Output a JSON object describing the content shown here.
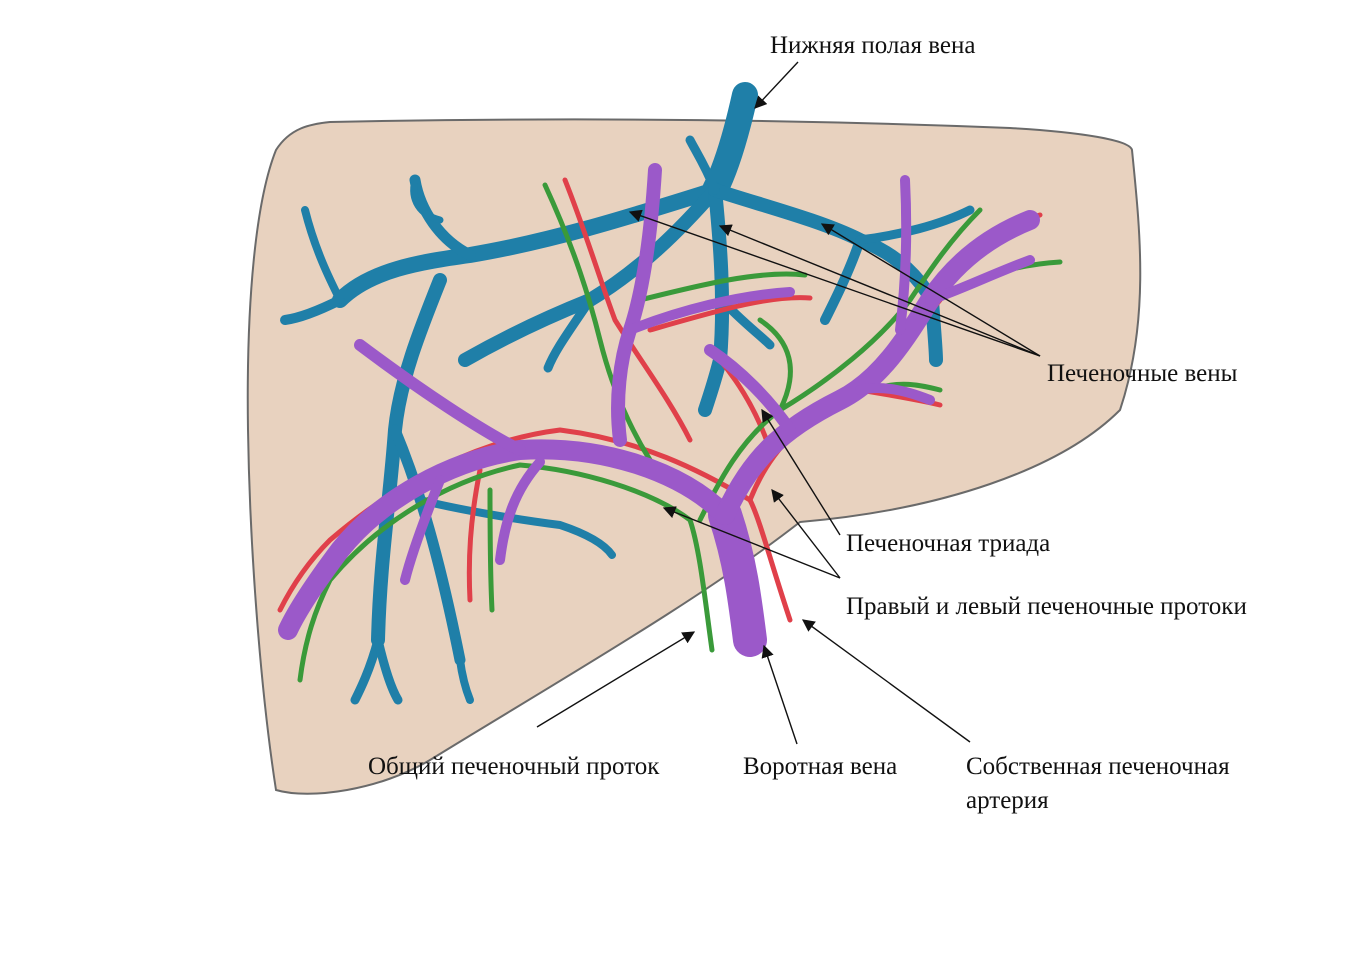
{
  "labels": {
    "ivc": "Нижняя полая вена",
    "hepatic_veins": "Печеночные вены",
    "triad": "Печеночная триада",
    "ducts": "Правый и левый печеночные протоки",
    "common_duct": "Общий печеночный проток",
    "portal_vein": "Воротная вена",
    "artery_line1": "Собственная печеночная",
    "artery_line2": "артерия"
  },
  "colors": {
    "liver_fill": "#e8d2bf",
    "liver_outline": "#6a6a6a",
    "vein_blue": "#1f7fa8",
    "portal_purple": "#9b59c9",
    "artery_red": "#e0404a",
    "duct_green": "#3a9a3a"
  }
}
